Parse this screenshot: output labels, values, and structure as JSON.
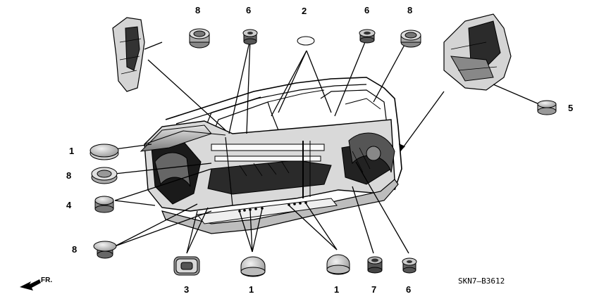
{
  "diagram": {
    "parts": {
      "p1a": "1",
      "p8a": "8",
      "p4": "4",
      "p8b": "8",
      "p3": "3",
      "p1b": "1",
      "p1c": "1",
      "p7": "7",
      "p6a": "6",
      "p8top": "8",
      "p6top": "6",
      "p2": "2",
      "p6b": "6",
      "p8c": "8",
      "p5": "5"
    },
    "diagram_code": "SKN7—B3612",
    "direction_label": "FR."
  }
}
